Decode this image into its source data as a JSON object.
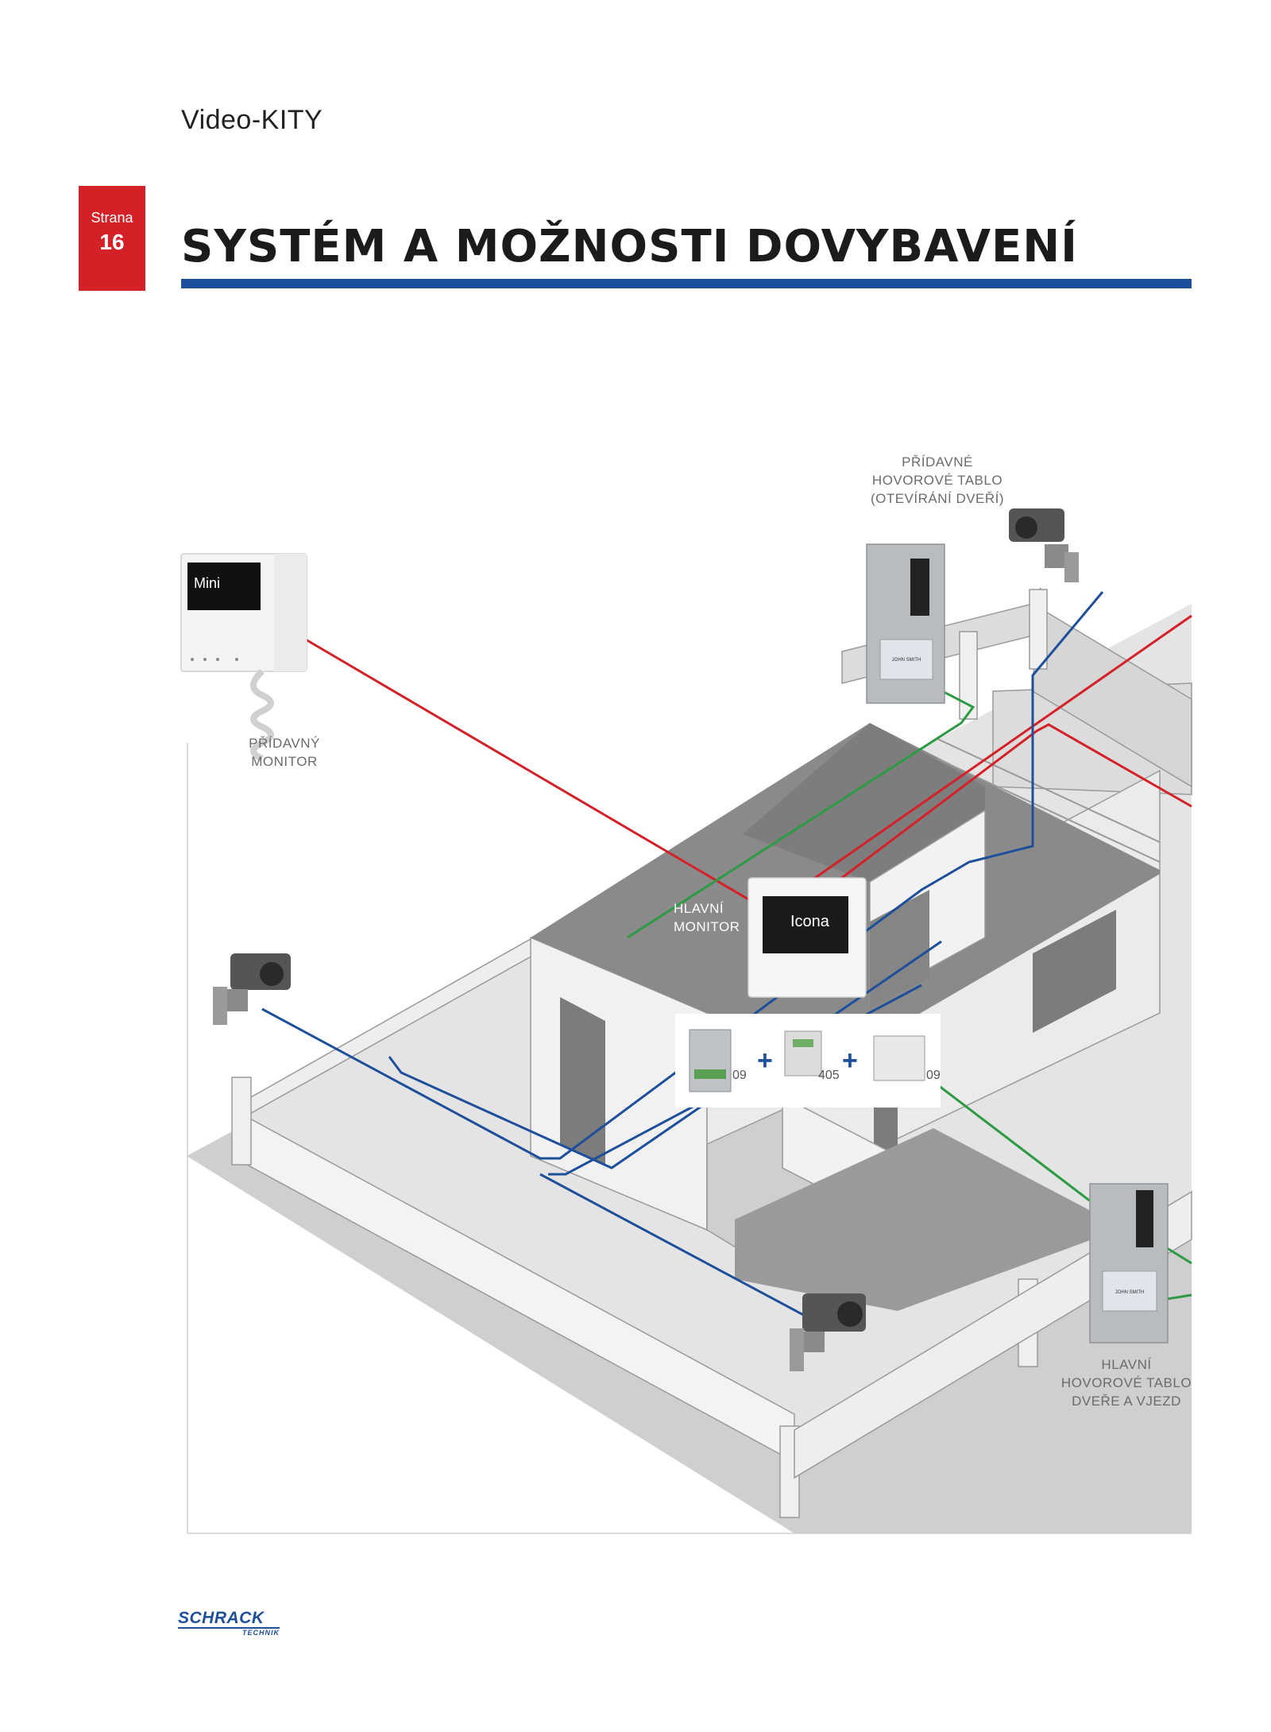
{
  "header": {
    "section": "Video-KITY",
    "page_label": "Strana",
    "page_number": "16",
    "title": "SYSTÉM A MOŽNOSTI DOVYBAVENÍ"
  },
  "diagram": {
    "labels": {
      "extra_panel": [
        "PŘÍDAVNÉ",
        "HOVOROVÉ TABLO",
        "(OTEVÍRÁNÍ DVEŘÍ)"
      ],
      "extra_monitor": [
        "PŘÍDAVNÝ",
        "MONITOR"
      ],
      "main_monitor": [
        "HLAVNÍ",
        "MONITOR"
      ],
      "main_panel": [
        "HLAVNÍ",
        "HOVOROVÉ TABLO",
        "DVEŘE A VJEZD"
      ]
    },
    "screens": {
      "mini": "Mini",
      "icona": "Icona",
      "nameplate": "JOHN SMITH"
    },
    "modules": {
      "plus": "+",
      "codes": [
        "09",
        "405",
        "09"
      ]
    },
    "colors": {
      "red_line": "#d42128",
      "blue_line": "#1d4f9b",
      "green_line": "#2e9a44"
    }
  },
  "footer": {
    "logo_text": "SCHRACK",
    "logo_sub": "TECHNIK"
  }
}
